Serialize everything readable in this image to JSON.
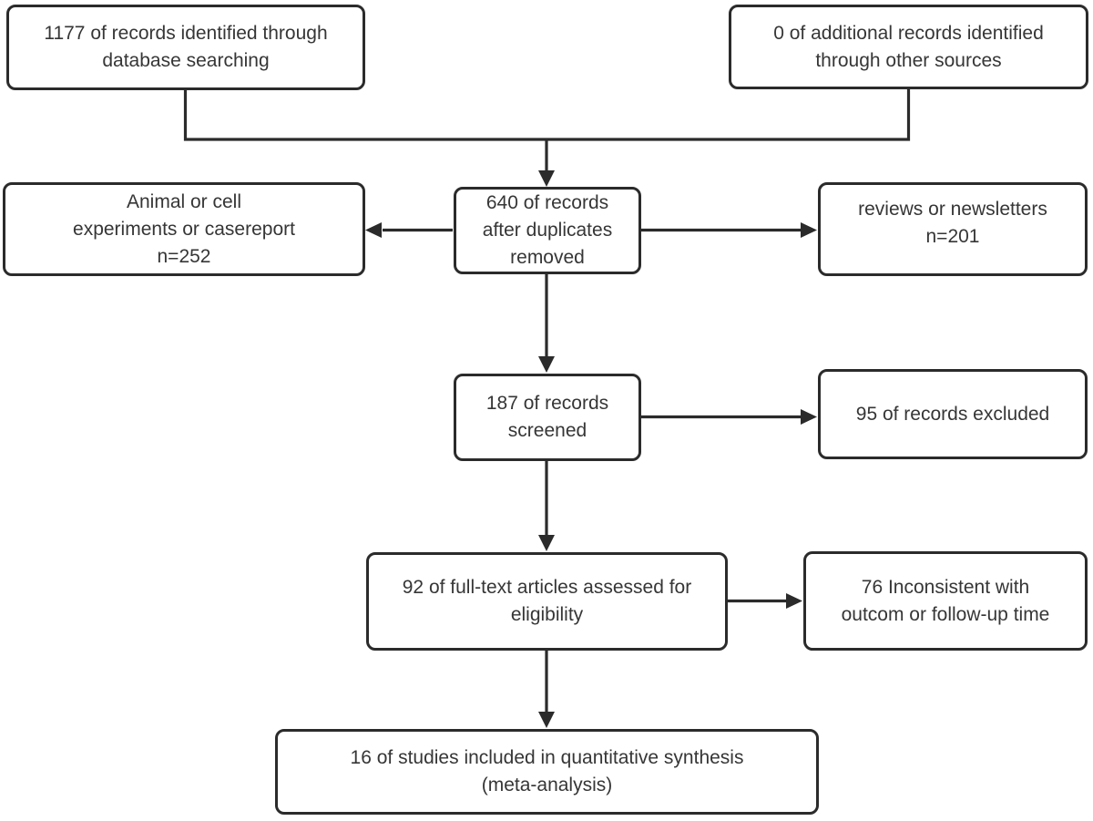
{
  "diagram_type": "prisma-flowchart",
  "colors": {
    "background": "#ffffff",
    "box_border": "#2b2b2b",
    "connector": "#2b2b2b",
    "text": "#363636"
  },
  "boxes": [
    {
      "name": "records-identified-database",
      "lines": [
        "1177 of records identified through",
        "database searching"
      ]
    },
    {
      "name": "additional-records-other-sources",
      "lines": [
        "0 of additional records identified",
        "through other sources"
      ]
    },
    {
      "name": "excluded-animal-cell-casereport",
      "lines": [
        "Animal or cell",
        "experiments or casereport",
        "n=252"
      ]
    },
    {
      "name": "records-after-duplicates-removed",
      "lines": [
        "640 of records",
        "after duplicates",
        "removed"
      ]
    },
    {
      "name": "excluded-reviews-newsletters",
      "lines": [
        "reviews or newsletters",
        "n=201"
      ]
    },
    {
      "name": "records-screened",
      "lines": [
        "187 of records",
        "screened"
      ]
    },
    {
      "name": "records-excluded",
      "lines": [
        "95 of records excluded"
      ]
    },
    {
      "name": "fulltext-articles-assessed",
      "lines": [
        "92 of full-text articles assessed for",
        "eligibility"
      ]
    },
    {
      "name": "excluded-inconsistent-outcome",
      "lines": [
        "76 Inconsistent with",
        "outcom or follow-up time"
      ]
    },
    {
      "name": "studies-included-synthesis",
      "lines": [
        "16 of studies included in quantitative synthesis",
        "(meta-analysis)"
      ]
    }
  ]
}
